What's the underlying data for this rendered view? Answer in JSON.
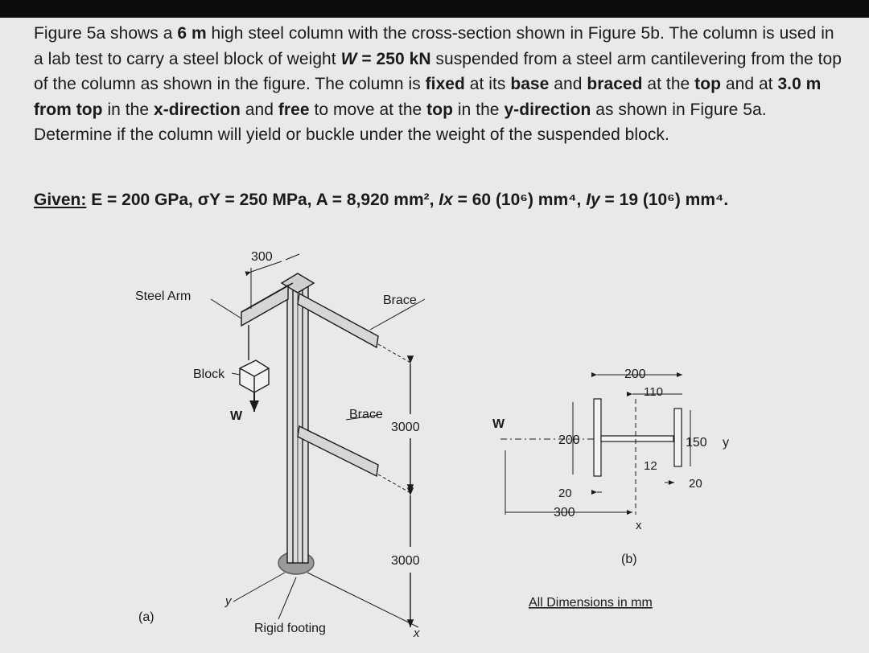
{
  "problem": {
    "s1": "Figure 5a shows a ",
    "b1": "6 m",
    "s2": " high steel column with the cross-section shown in Figure 5b. The column is used in a lab test to carry a steel block of weight ",
    "b2": "W",
    "b3": " = 250 kN",
    "s3": " suspended from a steel arm cantilevering from the top of the column as shown in the figure. The column is ",
    "b4": "fixed",
    "s4": " at its ",
    "b5": "base",
    "s5": " and ",
    "b6": "braced",
    "s6": " at the ",
    "b7": "top",
    "s7": " and at ",
    "b8": "3.0 m from top",
    "s8": " in the ",
    "b9": "x-direction",
    "s9": " and ",
    "b10": "free",
    "s10": " to move at the ",
    "b11": "top",
    "s11": " in the ",
    "b12": "y-direction",
    "s12": " as shown in Figure 5a. Determine if the column will yield or buckle under the weight of the suspended block."
  },
  "given": {
    "label": "Given:",
    "e": " E = 200 GPa, ",
    "sy": "σY = 250 MPa, ",
    "a": "A = 8,920 mm², ",
    "ix_sym": "Ix",
    "ix_val": " = 60 (10⁶) mm⁴, ",
    "iy_sym": "Iy",
    "iy_val": " = 19 (10⁶) mm⁴."
  },
  "figure_a": {
    "dim_top": "300",
    "steel_arm": "Steel Arm",
    "brace_top": "Brace",
    "block": "Block",
    "w": "W",
    "brace_mid": "Brace",
    "dim_upper": "3000",
    "dim_lower": "3000",
    "y_axis": "y",
    "x_axis": "x",
    "rigid_footing": "Rigid footing",
    "panel": "(a)"
  },
  "figure_b": {
    "w": "W",
    "dim_200_top": "200",
    "dim_110": "110",
    "dim_200_left": "200",
    "dim_150": "150",
    "y_axis": "y",
    "dim_12": "12",
    "dim_20_left": "20",
    "dim_20_right": "20",
    "dim_300": "300",
    "x_axis": "x",
    "panel": "(b)",
    "note": "All Dimensions in mm"
  }
}
